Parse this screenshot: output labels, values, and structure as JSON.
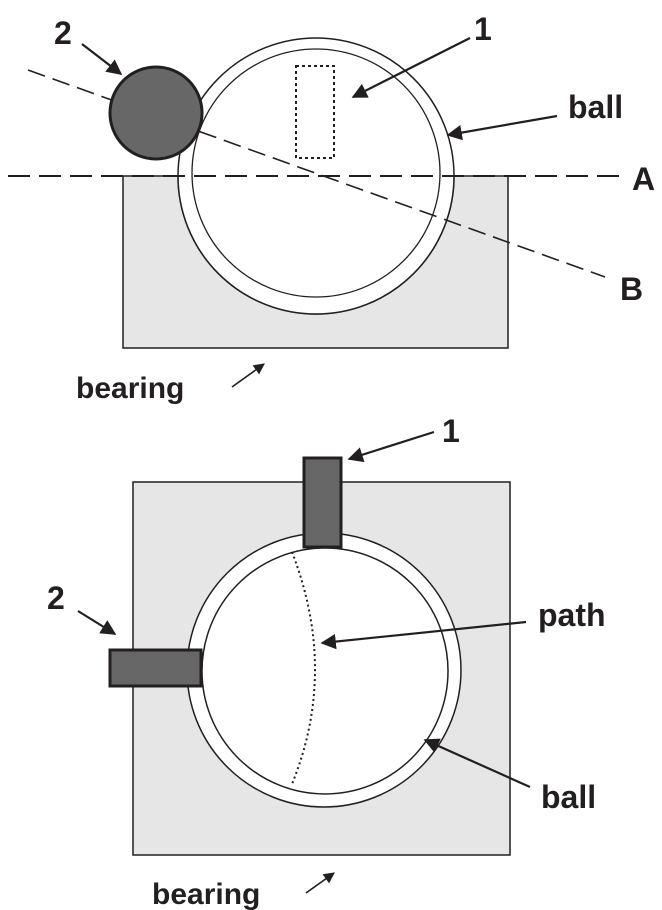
{
  "top_view": {
    "labels": {
      "sensor1": "1",
      "sensor2": "2",
      "ball": "ball",
      "axis_a": "A",
      "axis_b": "B",
      "bearing": "bearing"
    }
  },
  "bottom_view": {
    "labels": {
      "sensor1": "1",
      "sensor2": "2",
      "path": "path",
      "ball": "ball",
      "bearing": "bearing"
    }
  },
  "colors": {
    "bearing_fill": "#e6e6e6",
    "sensor_fill": "#676767",
    "outline": "#231f20",
    "background": "#ffffff"
  }
}
